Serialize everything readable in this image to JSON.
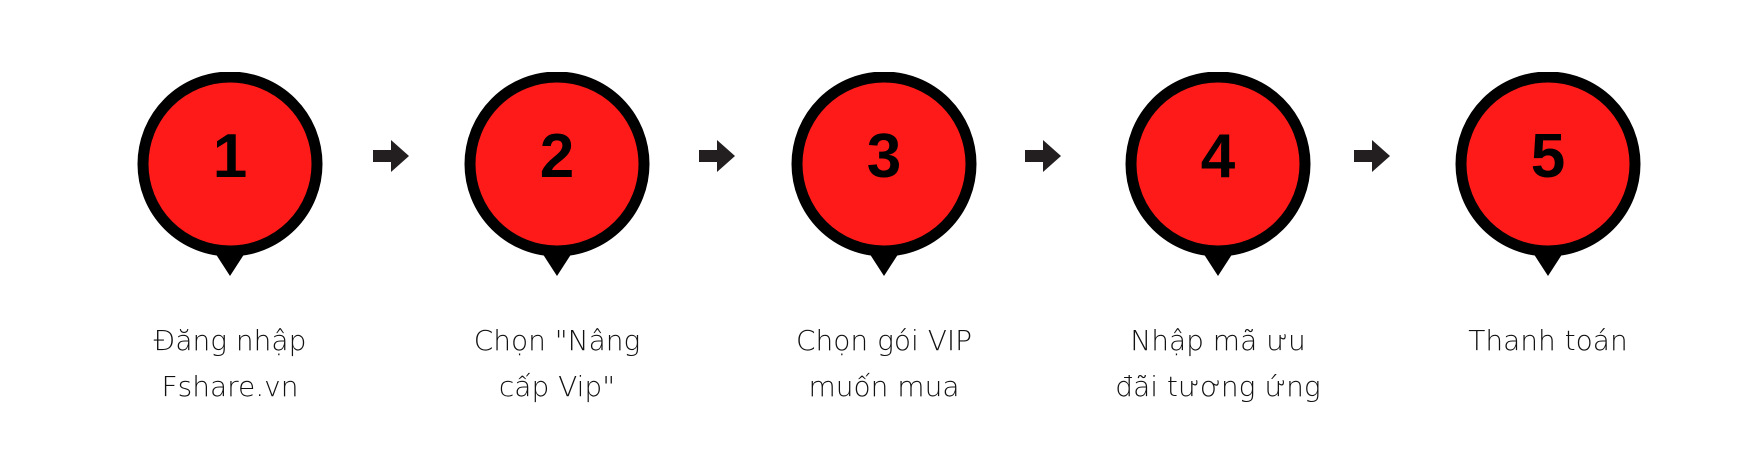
{
  "colors": {
    "circle_fill": "#ff1a1a",
    "outline": "#000000",
    "arrow": "#231f20"
  },
  "steps": [
    {
      "number": "1",
      "line1": "Đăng nhập",
      "line2": "Fshare.vn"
    },
    {
      "number": "2",
      "line1": "Chọn \"Nâng",
      "line2": "cấp Vip\""
    },
    {
      "number": "3",
      "line1": "Chọn gói VIP",
      "line2": "muốn mua"
    },
    {
      "number": "4",
      "line1": "Nhập mã ưu",
      "line2": "đãi tương ứng"
    },
    {
      "number": "5",
      "line1": "Thanh toán",
      "line2": ""
    }
  ]
}
